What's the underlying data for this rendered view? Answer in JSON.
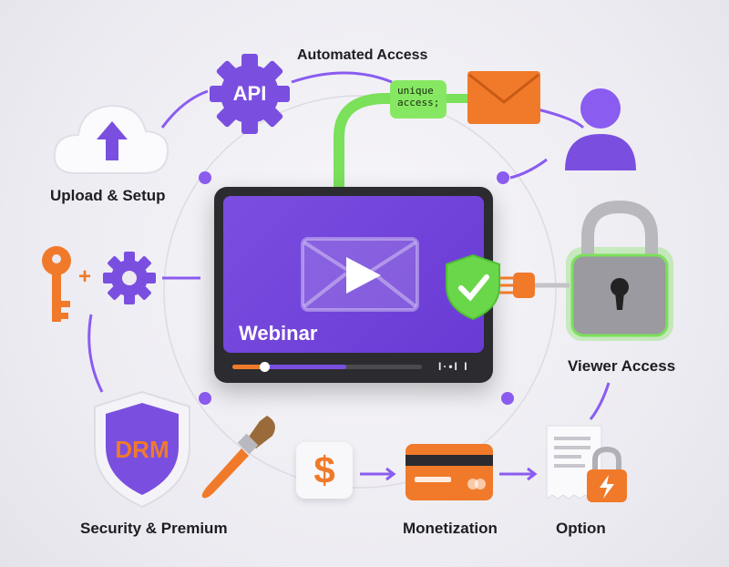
{
  "labels": {
    "upload": "Upload & Setup",
    "automated": "Automated Access",
    "viewer": "Viewer Access",
    "security": "Security & Premium",
    "monetization": "Monetization",
    "option": "Option"
  },
  "api_gear_text": "API",
  "code_bubble": {
    "line1": "unique",
    "line2": "access;"
  },
  "player": {
    "title": "Webinar",
    "controls": "I·•I I",
    "buffered_percent": 60,
    "played_percent": 17
  },
  "drm_text": "DRM",
  "dollar_text": "$",
  "colors": {
    "purple": "#7a4fe0",
    "orange": "#f07a2a",
    "green": "#7be05a",
    "dark": "#2b2b30"
  }
}
